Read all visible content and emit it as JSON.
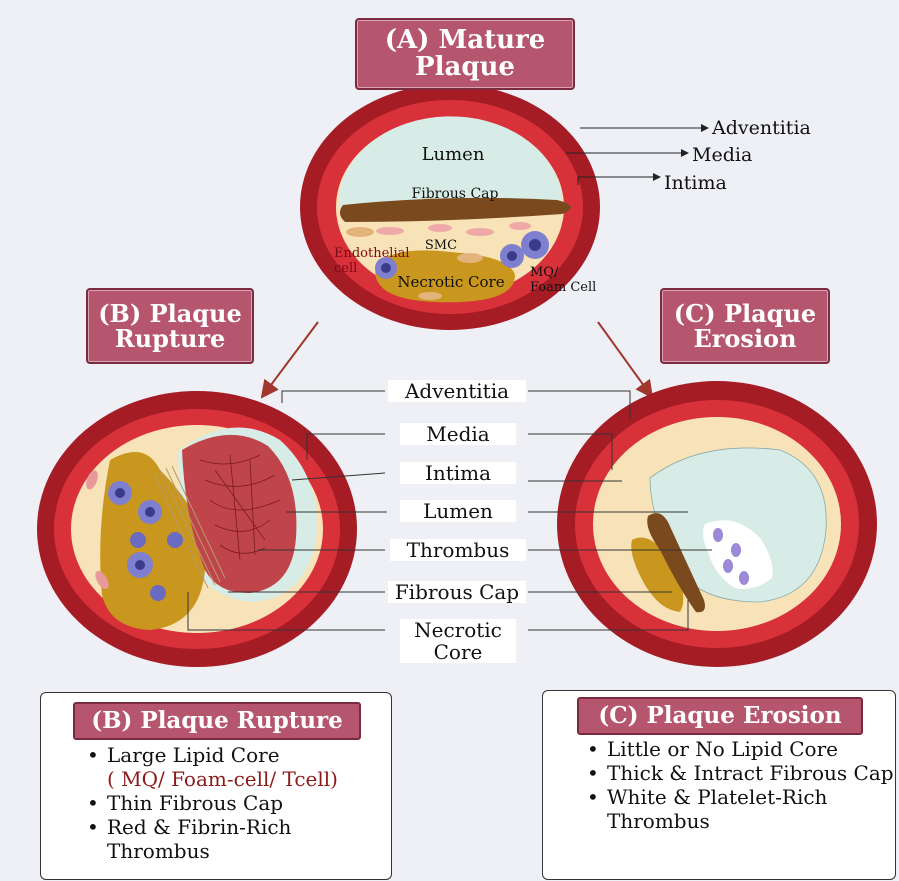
{
  "titles": {
    "mature": "(A) Mature Plaque",
    "rupture": "(B) Plaque Rupture",
    "erosion": "(C) Plaque Erosion"
  },
  "mature_labels": {
    "lumen": "Lumen",
    "fibrous_cap": "Fibrous Cap",
    "endothelial": "Endothelial cell",
    "smc": "SMC",
    "mq": "MQ/ Foam Cell",
    "necrotic": "Necrotic Core",
    "adventitia": "Adventitia",
    "media": "Media",
    "intima": "Intima"
  },
  "center_labels": [
    "Adventitia",
    "Media",
    "Intima",
    "Lumen",
    "Thrombus",
    "Fibrous Cap",
    "Necrotic Core"
  ],
  "rupture_panel": {
    "title": "(B) Plaque Rupture",
    "item1": "Large Lipid Core",
    "item1_sub": "( MQ/ Foam-cell/ Tcell)",
    "item2": "Thin Fibrous Cap",
    "item3": "Red & Fibrin-Rich Thrombus"
  },
  "erosion_panel": {
    "title": "(C) Plaque Erosion",
    "item1": "Little or No Lipid Core",
    "item2": "Thick & Intract Fibrous Cap",
    "item3": "White & Platelet-Rich Thrombus"
  },
  "colors": {
    "adventitia": "#a51c24",
    "media": "#d9313a",
    "intima": "#f8e3b8",
    "lumen": "#d7ece6",
    "necrotic": "#c9971e",
    "thrombus": "#c0454b",
    "fibrous_cap": "#7a4a1e",
    "title_bg": "#b5566e"
  }
}
